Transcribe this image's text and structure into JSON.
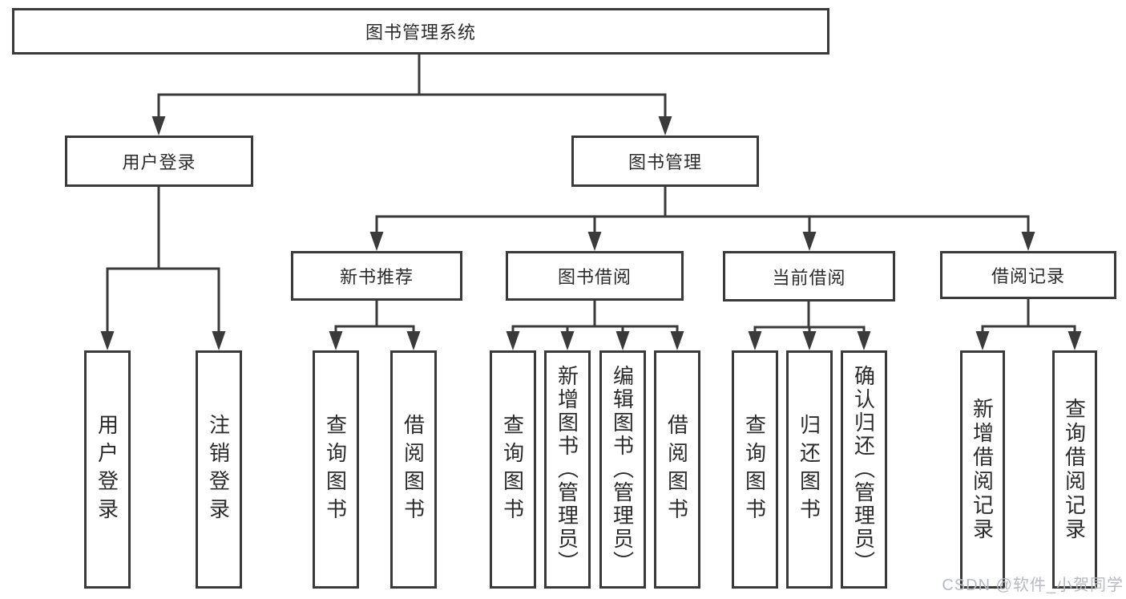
{
  "diagram": {
    "title": "图书管理系统",
    "watermark": "CSDN @软件_小贺同学",
    "colors": {
      "line": "#3a3a3a",
      "border": "#3a3a3a",
      "text": "#2b2b2b",
      "watermark": "#b7bac1",
      "background": "#ffffff"
    },
    "root": {
      "label": "图书管理系统"
    },
    "branches": [
      {
        "label": "用户登录",
        "children": [
          {
            "label": "用户登录"
          },
          {
            "label": "注销登录"
          }
        ]
      },
      {
        "label": "图书管理",
        "children": [
          {
            "label": "新书推荐",
            "children": [
              {
                "label": "查询图书"
              },
              {
                "label": "借阅图书"
              }
            ]
          },
          {
            "label": "图书借阅",
            "children": [
              {
                "label": "查询图书"
              },
              {
                "label": "新增图书（管理员）"
              },
              {
                "label": "编辑图书（管理员）"
              },
              {
                "label": "借阅图书"
              }
            ]
          },
          {
            "label": "当前借阅",
            "children": [
              {
                "label": "查询图书"
              },
              {
                "label": "归还图书"
              },
              {
                "label": "确认归还（管理员）"
              }
            ]
          },
          {
            "label": "借阅记录",
            "children": [
              {
                "label": "新增借阅记录"
              },
              {
                "label": "查询借阅记录"
              }
            ]
          }
        ]
      }
    ]
  }
}
